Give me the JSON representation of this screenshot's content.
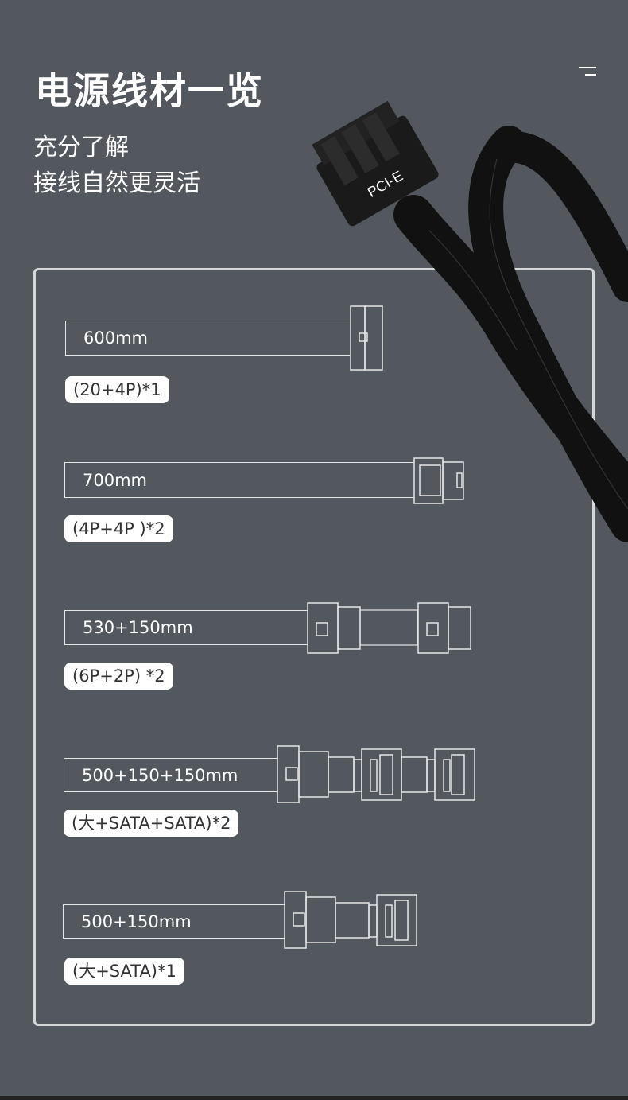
{
  "header": {
    "title": "电源线材一览",
    "subtitle_lines": [
      "充分了解",
      "接线自然更灵活"
    ],
    "menu_icon": "menu-icon"
  },
  "product_photo": {
    "connector_label": "PCI-E"
  },
  "cables": [
    {
      "length": "600mm",
      "spec": "(20+4P)*1"
    },
    {
      "length": "700mm",
      "spec": "(4P+4P )*2"
    },
    {
      "length": "530+150mm",
      "spec": "(6P+2P) *2"
    },
    {
      "length": "500+150+150mm",
      "spec": "(大+SATA+SATA)*2"
    },
    {
      "length": "500+150mm",
      "spec": "(大+SATA)*1"
    }
  ],
  "colors": {
    "background": "#53575e",
    "line": "#e6e6e6",
    "pill": "#ffffff"
  }
}
